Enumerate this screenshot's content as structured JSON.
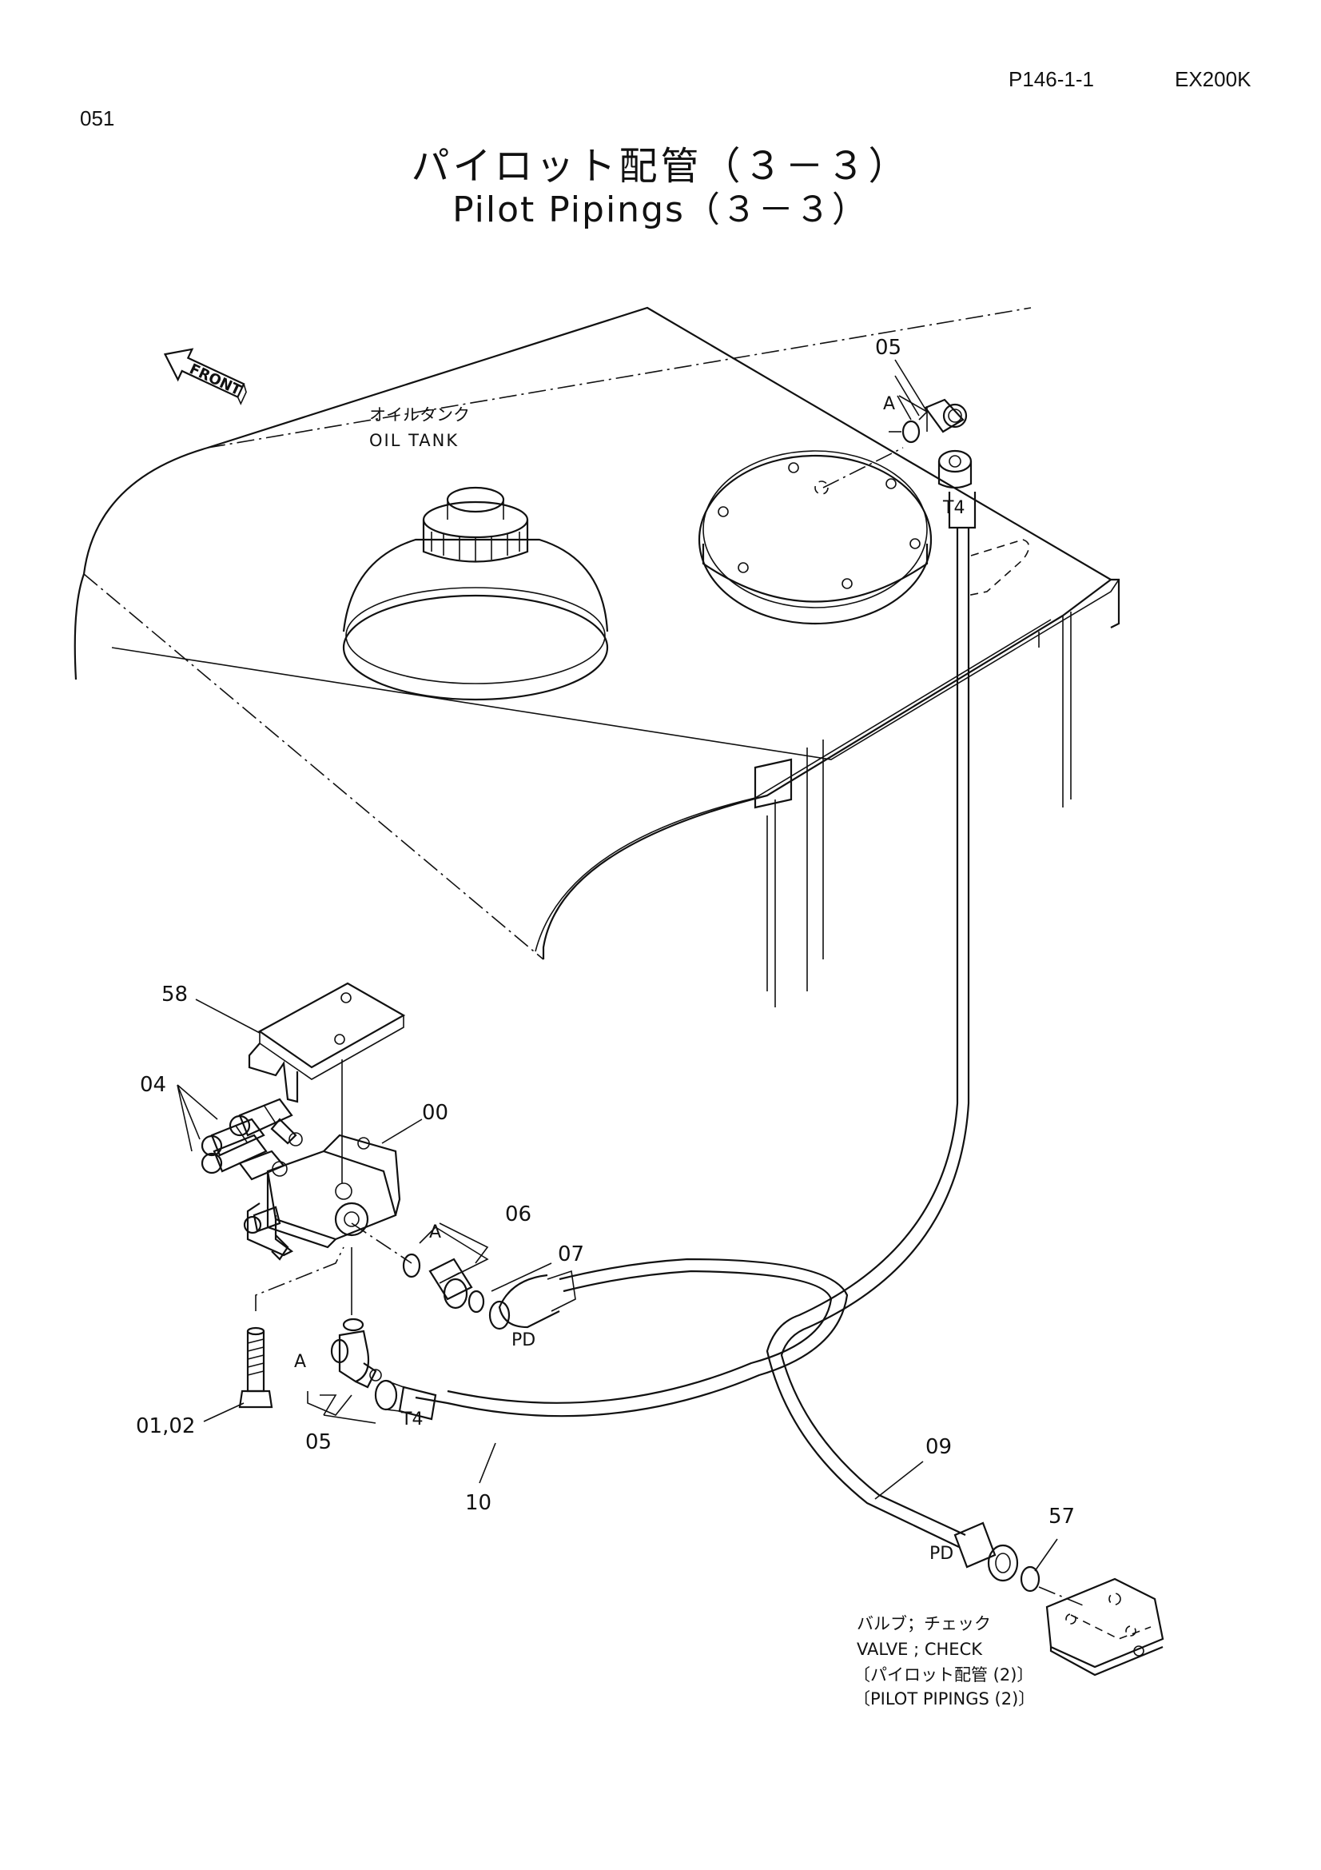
{
  "header": {
    "page_id": "051",
    "ref_code": "P146-1-1",
    "model": "EX200K"
  },
  "title": {
    "japanese": "パイロット配管（３－３）",
    "english": "Pilot Pipings（３－３）"
  },
  "labels": {
    "front": "FRONT",
    "oil_tank_ja": "オイルタンク",
    "oil_tank_en": "OIL TANK",
    "valve_ja": "バルブ；チェック",
    "valve_en": "VALVE ; CHECK",
    "ref_ja": "〔パイロット配管 (2)〕",
    "ref_en": "〔PILOT PIPINGS (2)〕",
    "port_t4_top": "T4",
    "port_t4_bottom": "T4",
    "port_pd_mid": "PD",
    "port_pd_bottom": "PD",
    "ring_a_top": "A",
    "ring_a_mid": "A",
    "ring_a_bottom": "A"
  },
  "part_callouts": {
    "p05_top": "05",
    "p58": "58",
    "p04": "04",
    "p00": "00",
    "p06": "06",
    "p07": "07",
    "p01_02": "01,02",
    "p05_bottom": "05",
    "p10": "10",
    "p09": "09",
    "p57": "57"
  }
}
